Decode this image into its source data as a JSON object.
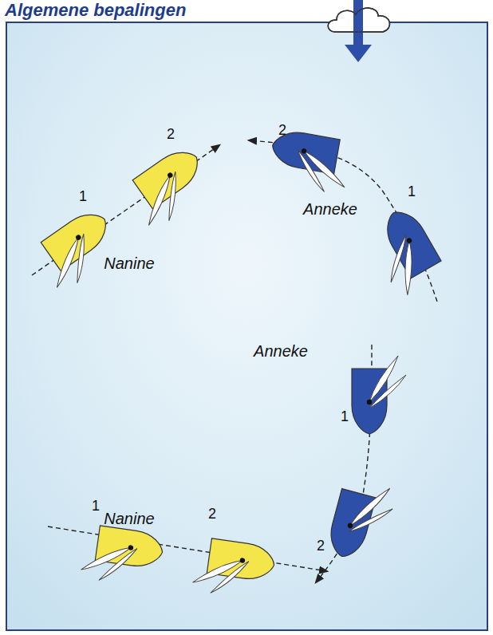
{
  "diagram": {
    "title": "Algemene bepalingen",
    "labels": [
      "Nanine",
      "1",
      "2",
      "Anneke",
      "2",
      "1",
      "Anneke",
      "1",
      "2",
      "Nanine",
      "1",
      "2"
    ]
  }
}
